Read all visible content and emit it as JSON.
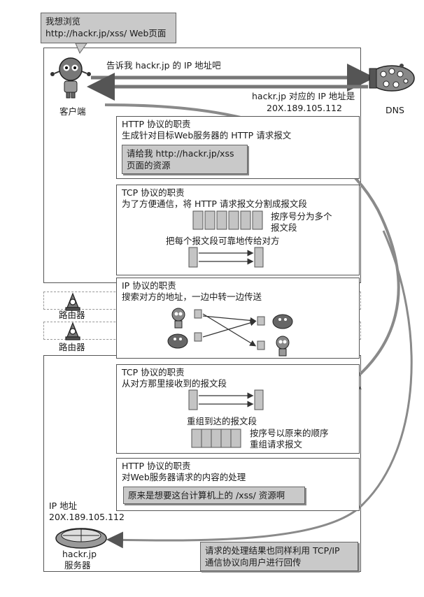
{
  "bubble": {
    "line1": "我想浏览",
    "line2": "http://hackr.jp/xss/ Web页面"
  },
  "client": {
    "label": "客户端"
  },
  "dns": {
    "label": "DNS",
    "request": "告诉我 hackr.jp 的 IP 地址吧",
    "reply_line1": "hackr.jp 对应的 IP 地址是",
    "reply_line2": "20X.189.105.112"
  },
  "http_send": {
    "title": "HTTP 协议的职责",
    "desc": "生成针对目标Web服务器的 HTTP 请求报文",
    "box_line1": "请给我 http://hackr.jp/xss",
    "box_line2": "页面的资源"
  },
  "tcp_send": {
    "title": "TCP 协议的职责",
    "desc": "为了方便通信，将 HTTP 请求报文分割成报文段",
    "note_line1": "按序号分为多个",
    "note_line2": "报文段",
    "note2": "把每个报文段可靠地传给对方"
  },
  "ip": {
    "title": "IP 协议的职责",
    "desc": "搜索对方的地址，一边中转一边传送"
  },
  "routers": [
    {
      "label": "路由器"
    },
    {
      "label": "路由器"
    }
  ],
  "tcp_recv": {
    "title": "TCP 协议的职责",
    "desc": "从对方那里接收到的报文段",
    "note": "重组到达的报文段",
    "note2_line1": "按序号以原来的顺序",
    "note2_line2": "重组请求报文"
  },
  "http_recv": {
    "title": "HTTP 协议的职责",
    "desc": "对Web服务器请求的内容的处理",
    "box": "原来是想要这台计算机上的 /xss/ 资源啊"
  },
  "server": {
    "ip_label": "IP 地址",
    "ip": "20X.189.105.112",
    "name_line1": "hackr.jp",
    "name_line2": "服务器"
  },
  "result": {
    "line1": "请求的处理结果也同样利用 TCP/IP",
    "line2": "通信协议向用户进行回传"
  }
}
